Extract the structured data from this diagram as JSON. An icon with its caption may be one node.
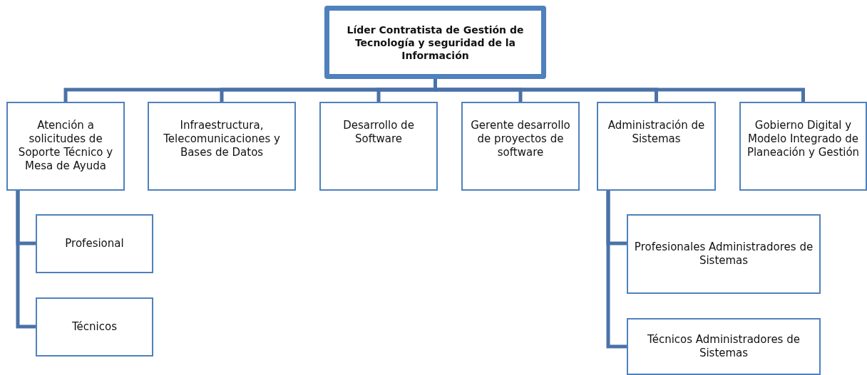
{
  "diagram": {
    "nodes": [
      {
        "text": [
          "Líder Contratista de Gestión de Tecnología y seguridad de la Información"
        ]
      },
      {
        "text": [
          "Atención a solicitudes de Soporte Técnico y Mesa de Ayuda"
        ]
      },
      {
        "text": [
          "Infraestructura, Telecomunicaciones y Bases de Datos"
        ]
      },
      {
        "text": [
          "Desarrollo de Software"
        ]
      },
      {
        "text": [
          "Gerente desarrollo de proyectos de software"
        ]
      },
      {
        "text": [
          "Administración de Sistemas"
        ]
      },
      {
        "text": [
          "Gobierno Digital y Modelo Integrado de Planeación y Gestión"
        ]
      },
      {
        "text": [
          "Profesional"
        ]
      },
      {
        "text": [
          "Técnicos"
        ]
      },
      {
        "text": [
          "Profesionales Administradores de Sistemas"
        ]
      },
      {
        "text": [
          "Técnicos Administradores de Sistemas"
        ]
      }
    ],
    "edges": [
      {
        "from": 0,
        "to": 1,
        "arrow": "none"
      },
      {
        "from": 0,
        "to": 2,
        "arrow": "none"
      },
      {
        "from": 0,
        "to": 3,
        "arrow": "none"
      },
      {
        "from": 0,
        "to": 4,
        "arrow": "none"
      },
      {
        "from": 0,
        "to": 5,
        "arrow": "none"
      },
      {
        "from": 0,
        "to": 6,
        "arrow": "none"
      },
      {
        "from": 1,
        "to": 7,
        "arrow": "none"
      },
      {
        "from": 1,
        "to": 8,
        "arrow": "none"
      },
      {
        "from": 5,
        "to": 9,
        "arrow": "none"
      },
      {
        "from": 5,
        "to": 10,
        "arrow": "none"
      }
    ]
  }
}
